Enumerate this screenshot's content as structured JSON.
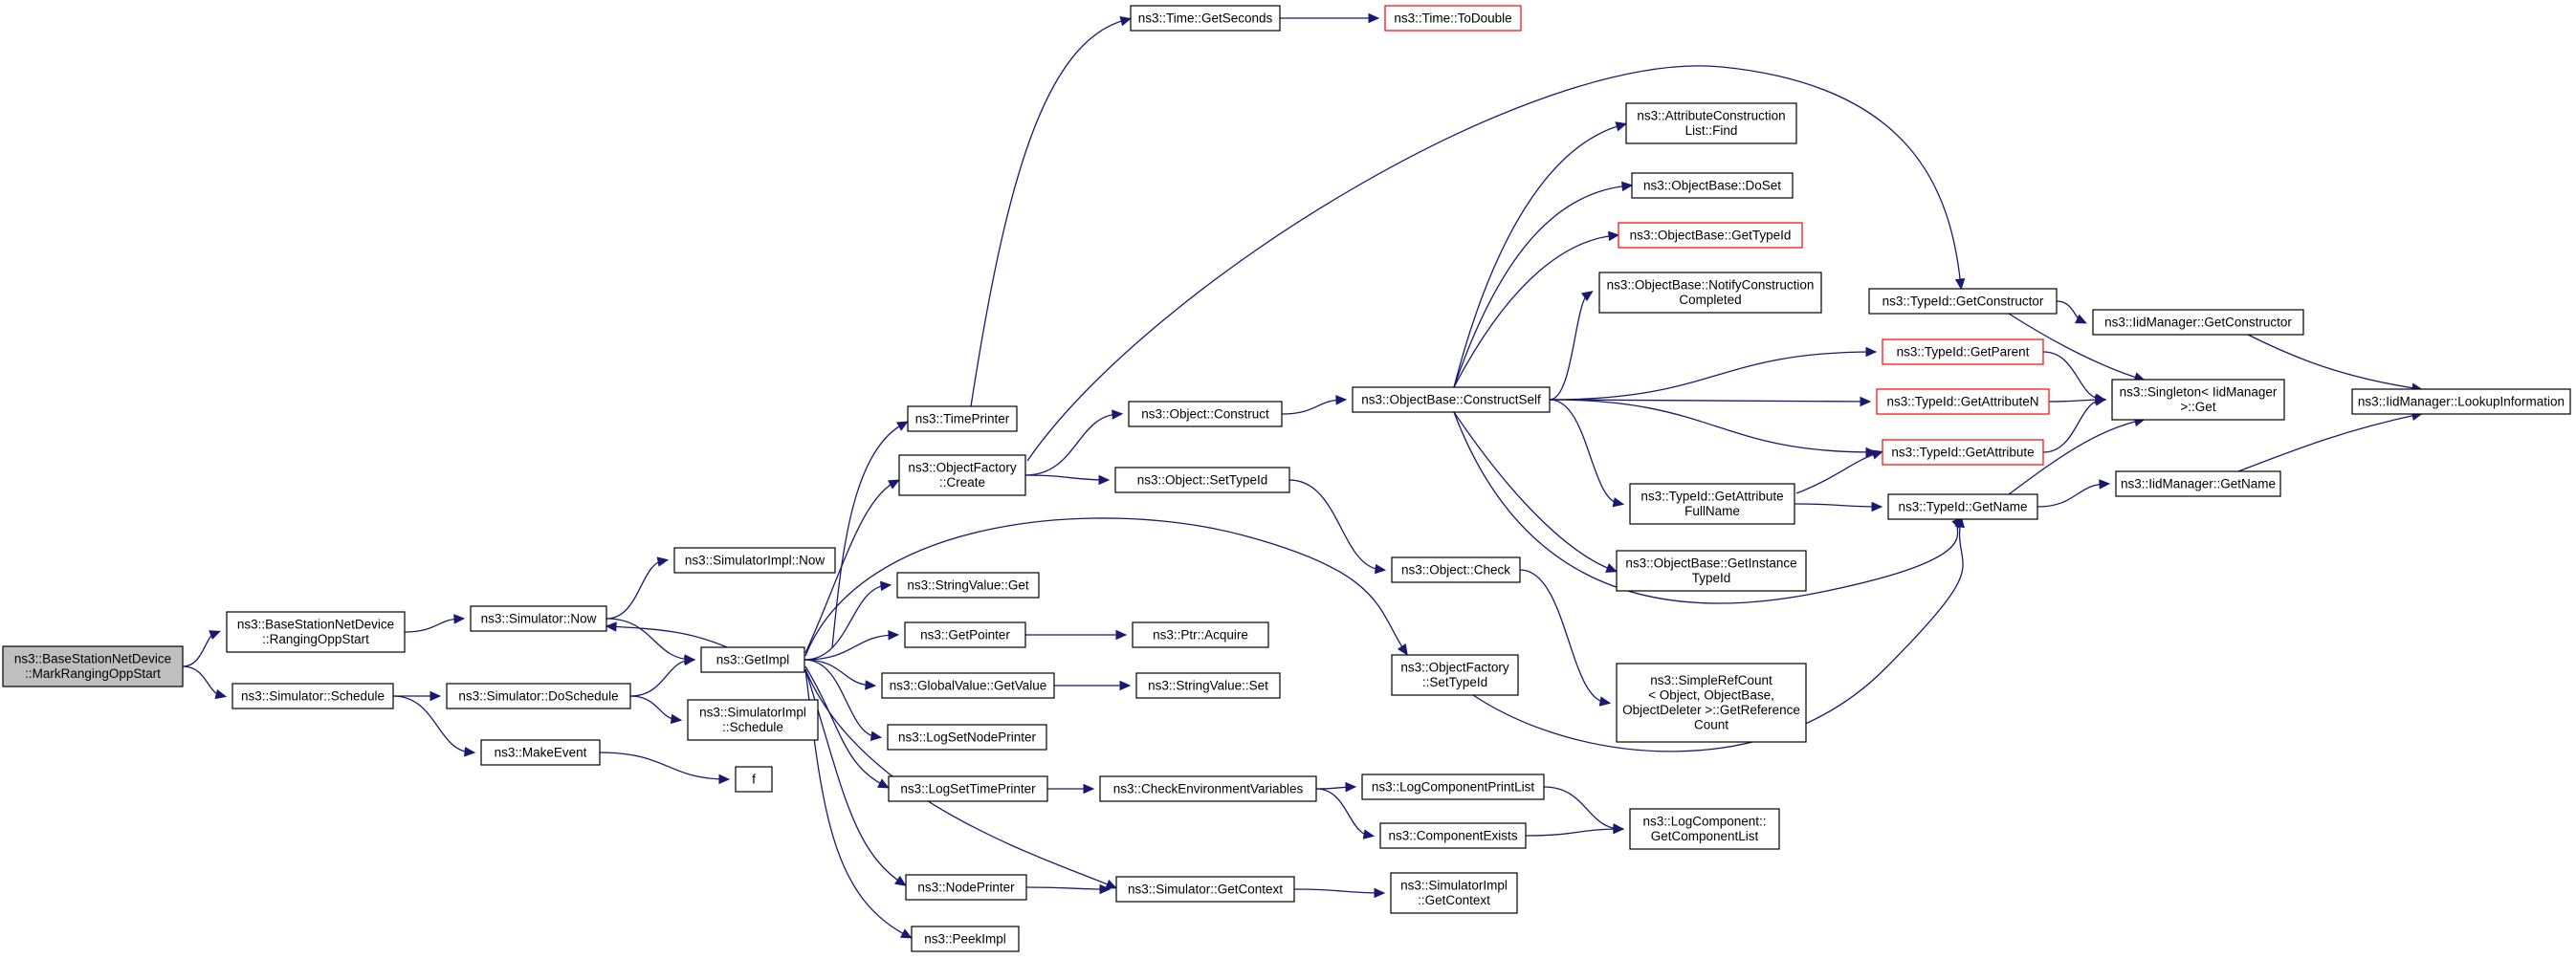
{
  "diagram": {
    "colors": {
      "edge": "#191970",
      "root_fill": "#bfbfbf",
      "external_border": "#ff0000",
      "node_border": "#000000"
    },
    "nodes": [
      {
        "id": "root",
        "lines": [
          "ns3::BaseStationNetDevice",
          "::MarkRangingOppStart"
        ],
        "style": "root"
      },
      {
        "id": "rangingopp",
        "lines": [
          "ns3::BaseStationNetDevice",
          "::RangingOppStart"
        ]
      },
      {
        "id": "schedule",
        "lines": [
          "ns3::Simulator::Schedule"
        ]
      },
      {
        "id": "now",
        "lines": [
          "ns3::Simulator::Now"
        ]
      },
      {
        "id": "doschedule",
        "lines": [
          "ns3::Simulator::DoSchedule"
        ]
      },
      {
        "id": "makeevent",
        "lines": [
          "ns3::MakeEvent"
        ]
      },
      {
        "id": "simimplnow",
        "lines": [
          "ns3::SimulatorImpl::Now"
        ]
      },
      {
        "id": "getimpl",
        "lines": [
          "ns3::GetImpl"
        ]
      },
      {
        "id": "simimplschedule",
        "lines": [
          "ns3::SimulatorImpl",
          "::Schedule"
        ]
      },
      {
        "id": "f",
        "lines": [
          "f"
        ]
      },
      {
        "id": "timeprinter",
        "lines": [
          "ns3::TimePrinter"
        ]
      },
      {
        "id": "objfactorycreate",
        "lines": [
          "ns3::ObjectFactory",
          "::Create"
        ]
      },
      {
        "id": "stringvalueget",
        "lines": [
          "ns3::StringValue::Get"
        ]
      },
      {
        "id": "getpointer",
        "lines": [
          "ns3::GetPointer"
        ]
      },
      {
        "id": "globalvalueget",
        "lines": [
          "ns3::GlobalValue::GetValue"
        ]
      },
      {
        "id": "logsetnode",
        "lines": [
          "ns3::LogSetNodePrinter"
        ]
      },
      {
        "id": "logsettime",
        "lines": [
          "ns3::LogSetTimePrinter"
        ]
      },
      {
        "id": "nodeprinter",
        "lines": [
          "ns3::NodePrinter"
        ]
      },
      {
        "id": "peekimpl",
        "lines": [
          "ns3::PeekImpl"
        ]
      },
      {
        "id": "timegetseconds",
        "lines": [
          "ns3::Time::GetSeconds"
        ]
      },
      {
        "id": "timetodouble",
        "lines": [
          "ns3::Time::ToDouble"
        ],
        "style": "external"
      },
      {
        "id": "objconstruct",
        "lines": [
          "ns3::Object::Construct"
        ]
      },
      {
        "id": "objsettypeid",
        "lines": [
          "ns3::Object::SetTypeId"
        ]
      },
      {
        "id": "ptracquire",
        "lines": [
          "ns3::Ptr::Acquire"
        ]
      },
      {
        "id": "stringvalueset",
        "lines": [
          "ns3::StringValue::Set"
        ]
      },
      {
        "id": "checkenv",
        "lines": [
          "ns3::CheckEnvironmentVariables"
        ]
      },
      {
        "id": "simgetcontext",
        "lines": [
          "ns3::Simulator::GetContext"
        ]
      },
      {
        "id": "constructself",
        "lines": [
          "ns3::ObjectBase::ConstructSelf"
        ]
      },
      {
        "id": "objcheck",
        "lines": [
          "ns3::Object::Check"
        ]
      },
      {
        "id": "objfactorysettypeid",
        "lines": [
          "ns3::ObjectFactory",
          "::SetTypeId"
        ]
      },
      {
        "id": "logcompprintlist",
        "lines": [
          "ns3::LogComponentPrintList"
        ]
      },
      {
        "id": "componentexists",
        "lines": [
          "ns3::ComponentExists"
        ]
      },
      {
        "id": "simimplgetcontext",
        "lines": [
          "ns3::SimulatorImpl",
          "::GetContext"
        ]
      },
      {
        "id": "attrlistfind",
        "lines": [
          "ns3::AttributeConstruction",
          "List::Find"
        ]
      },
      {
        "id": "objbasedoset",
        "lines": [
          "ns3::ObjectBase::DoSet"
        ]
      },
      {
        "id": "objbasegettypeid",
        "lines": [
          "ns3::ObjectBase::GetTypeId"
        ],
        "style": "external"
      },
      {
        "id": "notifyconstruction",
        "lines": [
          "ns3::ObjectBase::NotifyConstruction",
          "Completed"
        ]
      },
      {
        "id": "getattrfullname",
        "lines": [
          "ns3::TypeId::GetAttribute",
          "FullName"
        ]
      },
      {
        "id": "getinstancetypeid",
        "lines": [
          "ns3::ObjectBase::GetInstance",
          "TypeId"
        ]
      },
      {
        "id": "simplerefcount",
        "lines": [
          "ns3::SimpleRefCount",
          "< Object, ObjectBase,",
          " ObjectDeleter >::GetReference",
          "Count"
        ]
      },
      {
        "id": "getcomponentlist",
        "lines": [
          "ns3::LogComponent::",
          "GetComponentList"
        ]
      },
      {
        "id": "typeidgetconstructor",
        "lines": [
          "ns3::TypeId::GetConstructor"
        ]
      },
      {
        "id": "typeidgetparent",
        "lines": [
          "ns3::TypeId::GetParent"
        ],
        "style": "external"
      },
      {
        "id": "typeidgetattrn",
        "lines": [
          "ns3::TypeId::GetAttributeN"
        ],
        "style": "external"
      },
      {
        "id": "typeidgetattr",
        "lines": [
          "ns3::TypeId::GetAttribute"
        ],
        "style": "external"
      },
      {
        "id": "typeidgetname",
        "lines": [
          "ns3::TypeId::GetName"
        ]
      },
      {
        "id": "iidmgrgetconstructor",
        "lines": [
          "ns3::IidManager::GetConstructor"
        ]
      },
      {
        "id": "singletonget",
        "lines": [
          "ns3::Singleton< IidManager",
          " >::Get"
        ]
      },
      {
        "id": "iidmgrgetname",
        "lines": [
          "ns3::IidManager::GetName"
        ]
      },
      {
        "id": "iidmgrlookup",
        "lines": [
          "ns3::IidManager::LookupInformation"
        ]
      }
    ],
    "edges": [
      [
        "root",
        "rangingopp"
      ],
      [
        "root",
        "schedule"
      ],
      [
        "rangingopp",
        "now"
      ],
      [
        "schedule",
        "doschedule"
      ],
      [
        "schedule",
        "makeevent"
      ],
      [
        "now",
        "simimplnow"
      ],
      [
        "now",
        "getimpl"
      ],
      [
        "doschedule",
        "getimpl"
      ],
      [
        "doschedule",
        "simimplschedule"
      ],
      [
        "makeevent",
        "f"
      ],
      [
        "getimpl",
        "now"
      ],
      [
        "getimpl",
        "timeprinter"
      ],
      [
        "getimpl",
        "objfactorycreate"
      ],
      [
        "getimpl",
        "objfactorysettypeid"
      ],
      [
        "getimpl",
        "stringvalueget"
      ],
      [
        "getimpl",
        "getpointer"
      ],
      [
        "getimpl",
        "globalvalueget"
      ],
      [
        "getimpl",
        "logsetnode"
      ],
      [
        "getimpl",
        "logsettime"
      ],
      [
        "getimpl",
        "simgetcontext"
      ],
      [
        "getimpl",
        "nodeprinter"
      ],
      [
        "getimpl",
        "peekimpl"
      ],
      [
        "timeprinter",
        "timegetseconds"
      ],
      [
        "timegetseconds",
        "timetodouble"
      ],
      [
        "objfactorycreate",
        "typeidgetconstructor"
      ],
      [
        "objfactorycreate",
        "objconstruct"
      ],
      [
        "objfactorycreate",
        "objsettypeid"
      ],
      [
        "getpointer",
        "ptracquire"
      ],
      [
        "globalvalueget",
        "stringvalueset"
      ],
      [
        "logsettime",
        "checkenv"
      ],
      [
        "nodeprinter",
        "simgetcontext"
      ],
      [
        "objconstruct",
        "constructself"
      ],
      [
        "objsettypeid",
        "objcheck"
      ],
      [
        "checkenv",
        "logcompprintlist"
      ],
      [
        "checkenv",
        "componentexists"
      ],
      [
        "simgetcontext",
        "simimplgetcontext"
      ],
      [
        "constructself",
        "attrlistfind"
      ],
      [
        "constructself",
        "objbasedoset"
      ],
      [
        "constructself",
        "objbasegettypeid"
      ],
      [
        "constructself",
        "notifyconstruction"
      ],
      [
        "constructself",
        "typeidgetparent"
      ],
      [
        "constructself",
        "typeidgetattrn"
      ],
      [
        "constructself",
        "typeidgetattr"
      ],
      [
        "constructself",
        "getattrfullname"
      ],
      [
        "constructself",
        "getinstancetypeid"
      ],
      [
        "constructself",
        "typeidgetname"
      ],
      [
        "objcheck",
        "simplerefcount"
      ],
      [
        "objfactorysettypeid",
        "typeidgetname"
      ],
      [
        "logcompprintlist",
        "getcomponentlist"
      ],
      [
        "componentexists",
        "getcomponentlist"
      ],
      [
        "getattrfullname",
        "typeidgetattr"
      ],
      [
        "getattrfullname",
        "typeidgetname"
      ],
      [
        "typeidgetconstructor",
        "iidmgrgetconstructor"
      ],
      [
        "typeidgetconstructor",
        "singletonget"
      ],
      [
        "typeidgetparent",
        "singletonget"
      ],
      [
        "typeidgetattrn",
        "singletonget"
      ],
      [
        "typeidgetattr",
        "singletonget"
      ],
      [
        "typeidgetname",
        "singletonget"
      ],
      [
        "typeidgetname",
        "iidmgrgetname"
      ],
      [
        "iidmgrgetconstructor",
        "iidmgrlookup"
      ],
      [
        "iidmgrgetname",
        "iidmgrlookup"
      ]
    ]
  }
}
